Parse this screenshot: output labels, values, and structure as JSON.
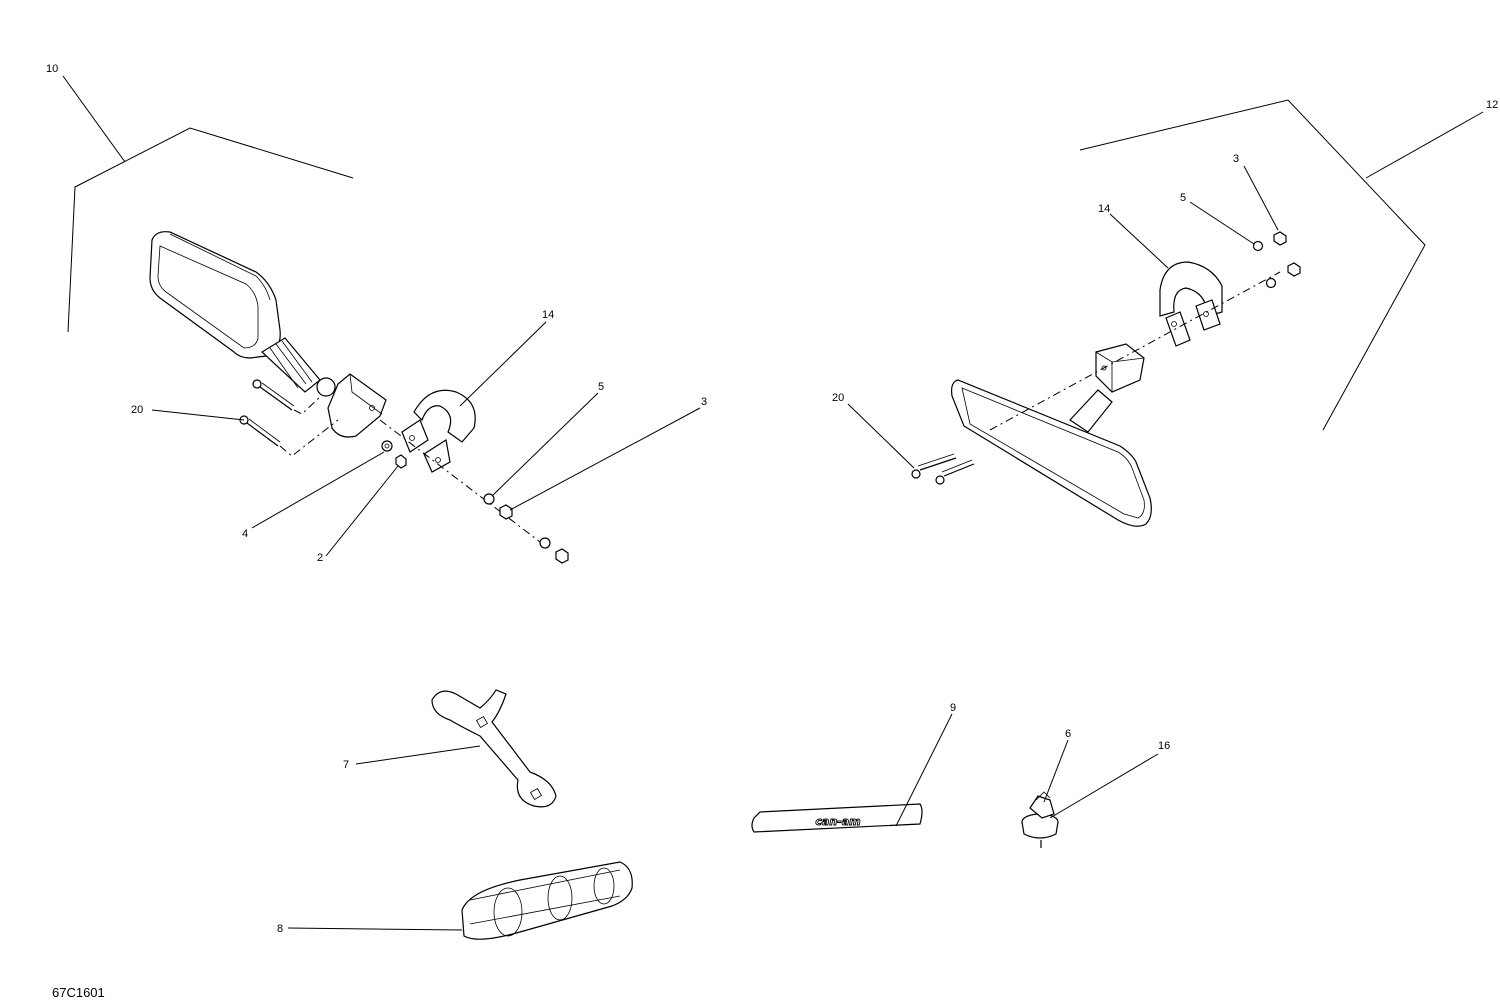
{
  "diagram": {
    "drawing_code": "67C1601",
    "callouts": {
      "c10": "10",
      "c12": "12",
      "c14_left": "14",
      "c5_left": "5",
      "c3_left": "3",
      "c20_left": "20",
      "c4": "4",
      "c2": "2",
      "c3_right": "3",
      "c5_right": "5",
      "c14_right": "14",
      "c20_right": "20",
      "c7": "7",
      "c9": "9",
      "c6": "6",
      "c16": "16",
      "c8": "8"
    },
    "logo_text": "can-am"
  }
}
